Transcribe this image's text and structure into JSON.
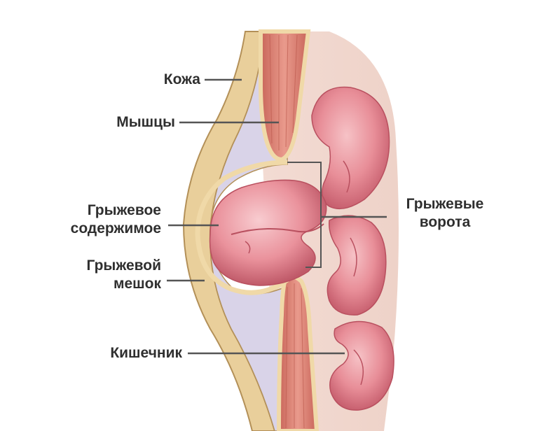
{
  "labels": {
    "skin": "Кожа",
    "muscles": "Мышцы",
    "content_line1": "Грыжевое",
    "content_line2": "содержимое",
    "sac_line1": "Грыжевой",
    "sac_line2": "мешок",
    "intestine": "Кишечник",
    "gate_line1": "Грыжевые",
    "gate_line2": "ворота"
  },
  "colors": {
    "skin": "#e9cf9b",
    "skin_outline": "#b39058",
    "fat": "#d9d3e8",
    "muscle": "#d97c72",
    "muscle_stripe": "#b85549",
    "intestine": "#e88e98",
    "intestine_dark": "#b9505f",
    "leader": "#555555"
  }
}
